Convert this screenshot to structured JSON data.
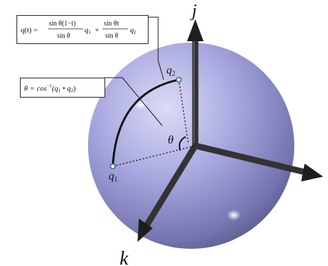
{
  "axes": {
    "j_label": "j",
    "k_label": "k"
  },
  "points": {
    "q1_label": "q",
    "q1_sub": "1",
    "q2_label": "q",
    "q2_sub": "2"
  },
  "angle": {
    "theta_label": "θ"
  },
  "formula_slerp": {
    "lhs": "q(t) =",
    "frac1_num": "sin θ(1−t)",
    "frac1_den": "sin θ",
    "term1": "q",
    "term1_sub": "1",
    "plus": "+",
    "frac2_num": "sin θt",
    "frac2_den": "sin θ",
    "term2": "q",
    "term2_sub": "2"
  },
  "formula_theta": {
    "lhs": "θ = cos",
    "exp": "−1",
    "arg_open": "(q",
    "sub1": "1",
    "dot": " • q",
    "sub2": "2",
    "close": ")"
  },
  "colors": {
    "sphere_light": "#d9d9f4",
    "sphere_mid": "#9a9ad8",
    "sphere_dark": "#5b5b88",
    "axis": "#2b2b2b",
    "point_fill": "#dff3ee",
    "point_stroke": "#3a6f66"
  }
}
